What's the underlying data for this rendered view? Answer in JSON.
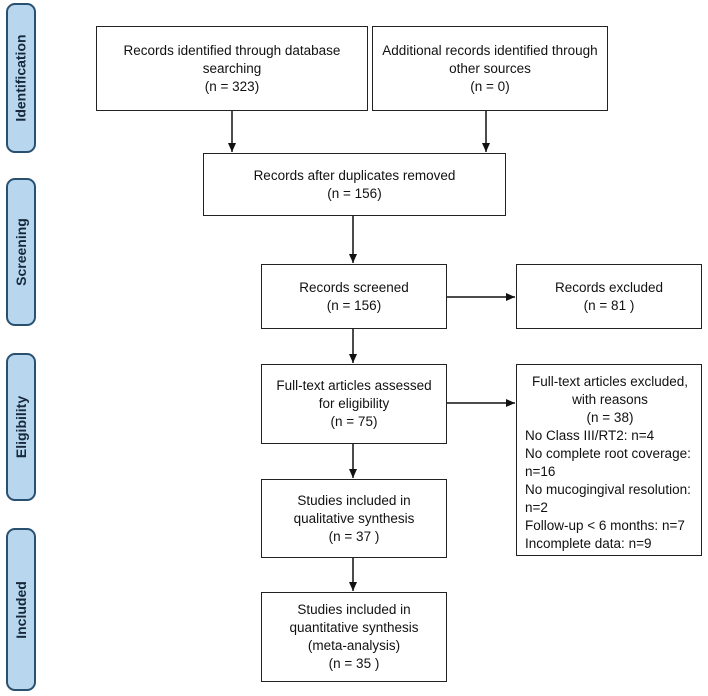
{
  "phases": {
    "identification": "Identification",
    "screening": "Screening",
    "eligibility": "Eligibility",
    "included": "Included"
  },
  "boxes": {
    "db_records": {
      "line1": "Records identified through database",
      "line2": "searching",
      "line3": "(n = 323)"
    },
    "other_records": {
      "line1": "Additional records identified through",
      "line2": "other sources",
      "line3": "(n = 0)"
    },
    "after_duplicates": {
      "line1": "Records after duplicates removed",
      "line2": "(n = 156)"
    },
    "screened": {
      "line1": "Records screened",
      "line2": "(n = 156)"
    },
    "excluded": {
      "line1": "Records excluded",
      "line2": "(n = 81 )"
    },
    "fulltext": {
      "line1": "Full-text articles assessed",
      "line2": "for eligibility",
      "line3": "(n = 75)"
    },
    "fulltext_excluded": {
      "line1": "Full-text articles excluded,",
      "line2": "with reasons",
      "line3": "(n = 38)",
      "reasons": [
        "No Class III/RT2: n=4",
        "No complete root coverage:",
        "n=16",
        "No mucogingival resolution:",
        "n=2",
        "Follow-up < 6 months: n=7",
        "Incomplete data: n=9"
      ]
    },
    "qualitative": {
      "line1": "Studies included in",
      "line2": "qualitative synthesis",
      "line3": "(n = 37 )"
    },
    "quantitative": {
      "line1": "Studies included in",
      "line2": "quantitative synthesis",
      "line3": "(meta-analysis)",
      "line4": "(n = 35 )"
    }
  }
}
